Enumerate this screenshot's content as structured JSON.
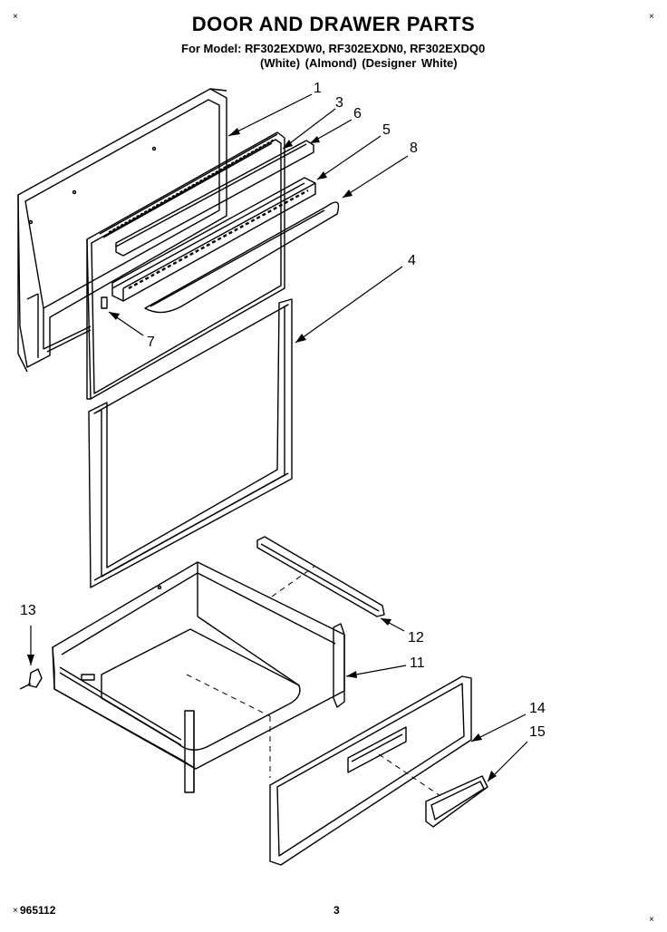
{
  "header": {
    "title": "DOOR AND DRAWER PARTS",
    "models": "For Model: RF302EXDW0, RF302EXDN0, RF302EXDQ0",
    "colors": "(White)   (Almond)   (Designer White)"
  },
  "callouts": [
    "1",
    "3",
    "6",
    "5",
    "8",
    "4",
    "7",
    "12",
    "11",
    "13",
    "14",
    "15"
  ],
  "footer": {
    "code": "965112",
    "page": "3"
  },
  "marks": {
    "corner": "×"
  }
}
